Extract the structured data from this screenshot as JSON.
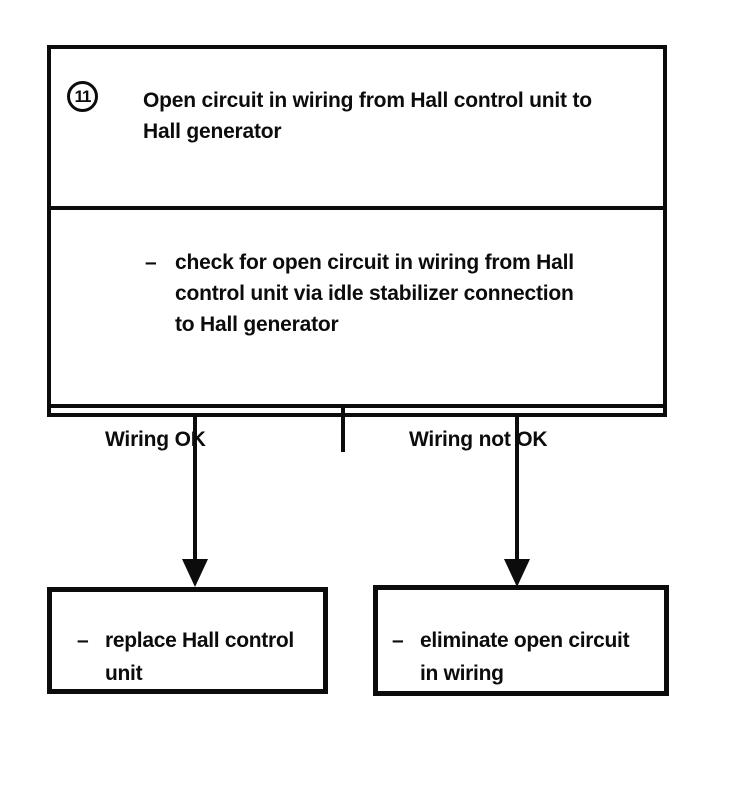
{
  "page": {
    "background": "#ffffff",
    "ink": "#0c0c0c"
  },
  "flowchart": {
    "step_number": "11",
    "title": "Open circuit in wiring from Hall control unit to\nHall generator",
    "check": {
      "dash": "–",
      "text": "check for open circuit in wiring from Hall\ncontrol unit via idle stabilizer connection\nto Hall generator"
    },
    "outcomes": [
      {
        "label": "Wiring OK"
      },
      {
        "label": "Wiring not OK"
      }
    ],
    "actions": [
      {
        "dash": "–",
        "text": "replace Hall control\nunit"
      },
      {
        "dash": "–",
        "text": "eliminate open circuit\nin wiring"
      }
    ]
  }
}
